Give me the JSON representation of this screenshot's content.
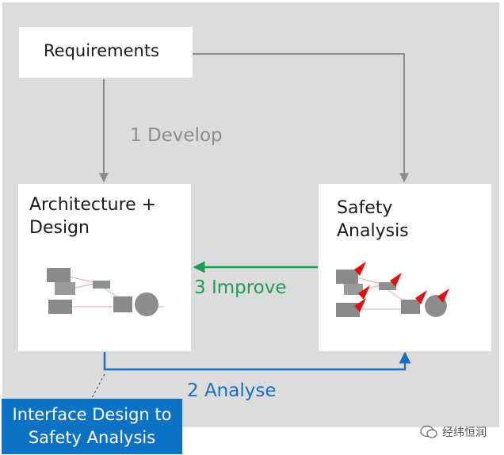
{
  "nodes": {
    "requirements": "Requirements",
    "architecture": "Architecture +\nDesign",
    "safety": "Safety\nAnalysis"
  },
  "edges": {
    "develop": "1 Develop",
    "analyse": "2 Analyse",
    "improve": "3 Improve"
  },
  "callout": "Interface Design to\nSafety Analysis",
  "watermark": "经纬恒润",
  "colors": {
    "develop_arrow": "#8c8c8c",
    "analyse_arrow": "#1a6fc0",
    "improve_arrow": "#1e9e55",
    "callout_bg": "#0e72c4",
    "hazard_marker": "#e01010"
  },
  "icons": [
    "hazard-marker-icon",
    "wechat-icon"
  ]
}
